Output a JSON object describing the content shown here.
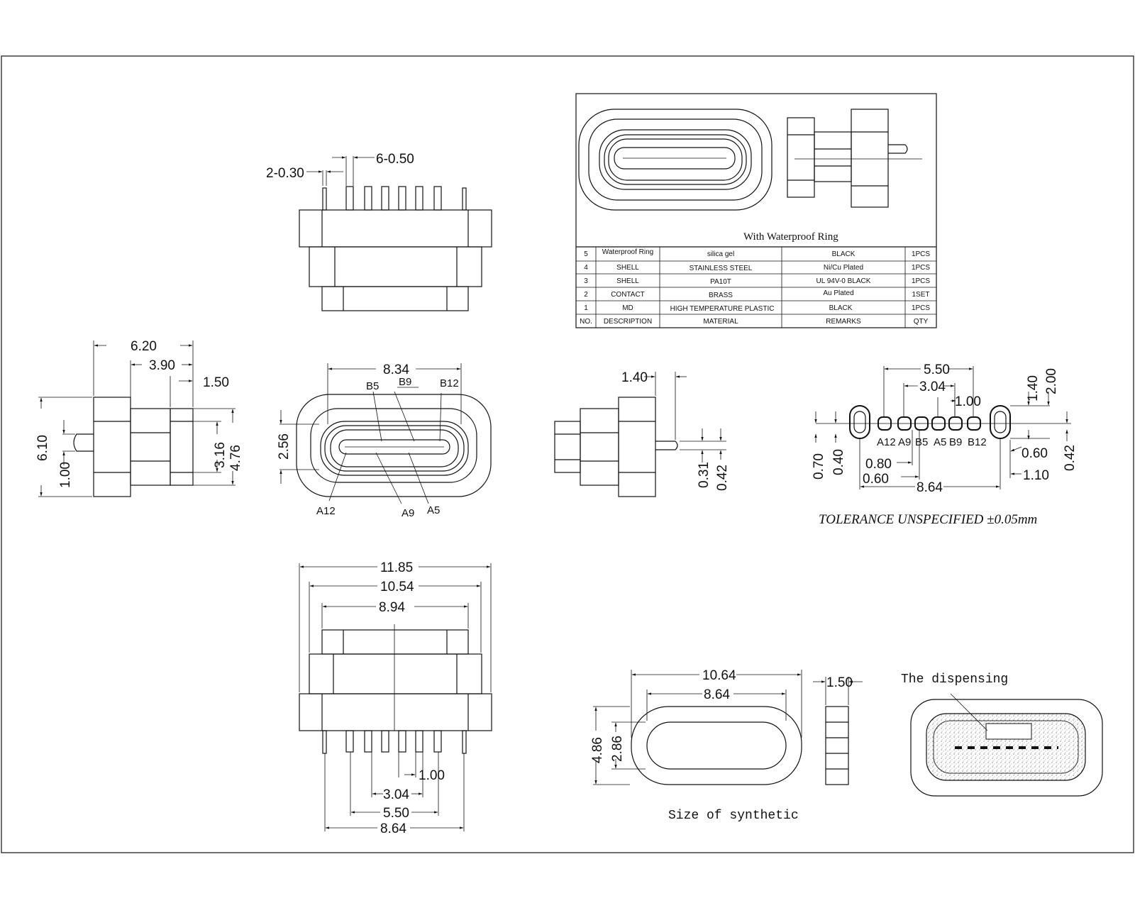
{
  "top_view": {
    "dim_pin_width_small": "2-0.30",
    "dim_pin_width_large": "6-0.50"
  },
  "side_view": {
    "dim_length": "6.20",
    "dim_body": "3.90",
    "dim_step": "1.50",
    "dim_height": "6.10",
    "dim_offset": "1.00",
    "dim_inner": "3.16",
    "dim_outer": "4.76"
  },
  "front_view": {
    "dim_width": "8.34",
    "dim_height": "2.56",
    "contacts_top": [
      "B5",
      "B9",
      "B12"
    ],
    "contacts_bottom": [
      "A12",
      "A9",
      "A5"
    ]
  },
  "right_view": {
    "dim_tail": "1.40",
    "dim_pin_thickness": "0.31",
    "dim_pin_offset": "0.42"
  },
  "header_box": {
    "caption": "With Waterproof Ring",
    "bom": {
      "header": [
        "NO.",
        "DESCRIPTION",
        "MATERIAL",
        "REMARKS",
        "QTY"
      ],
      "rows": [
        [
          "5",
          "Waterproof Ring",
          "silica gel",
          "BLACK",
          "1PCS"
        ],
        [
          "4",
          "SHELL",
          "STAINLESS STEEL",
          "Ni/Cu Plated",
          "1PCS"
        ],
        [
          "3",
          "SHELL",
          "PA10T",
          "UL 94V-0 BLACK",
          "1PCS"
        ],
        [
          "2",
          "CONTACT",
          "BRASS",
          "Au Plated",
          "1SET"
        ],
        [
          "1",
          "MD",
          "HIGH TEMPERATURE PLASTIC",
          "BLACK",
          "1PCS"
        ]
      ]
    }
  },
  "pcb_layout": {
    "dim_outer": "5.50",
    "dim_inner": "3.04",
    "dim_pitch": "1.00",
    "dim_slot_h": "1.40",
    "dim_total_h": "2.00",
    "dim_slot_w": "0.70",
    "dim_pad_h": "0.40",
    "dim_pad_w": "0.80",
    "dim_pad_gap": "0.60",
    "dim_overall": "8.64",
    "dim_slot_r": "0.60",
    "dim_slot_out": "1.10",
    "dim_right_h": "0.42",
    "labels": [
      "A12",
      "A9",
      "B5",
      "A5",
      "B9",
      "B12"
    ],
    "tolerance": "TOLERANCE UNSPECIFIED ±0.05mm"
  },
  "bottom_view": {
    "dim_a": "11.85",
    "dim_b": "10.54",
    "dim_c": "8.94",
    "dim_pitch": "1.00",
    "dim_d": "3.04",
    "dim_e": "5.50",
    "dim_f": "8.64"
  },
  "synthetic": {
    "dim_outer_w": "10.64",
    "dim_inner_w": "8.64",
    "dim_outer_h": "4.86",
    "dim_inner_h": "2.86",
    "dim_thick": "1.50",
    "caption": "Size of synthetic"
  },
  "dispensing": {
    "caption": "The dispensing"
  }
}
